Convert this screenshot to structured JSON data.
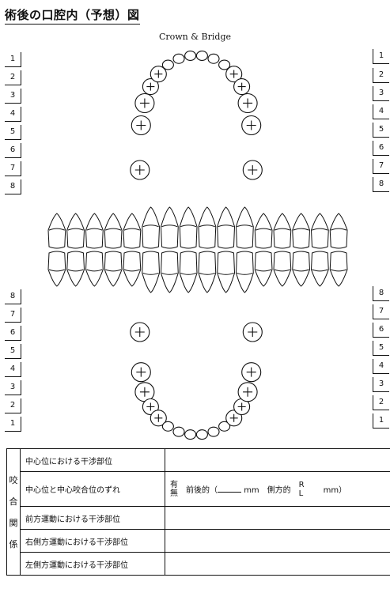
{
  "header": {
    "title": "術後の口腔内（予想）図",
    "subtitle": "Crown & Bridge"
  },
  "tooth_numbers": {
    "upper_left": [
      "1",
      "2",
      "3",
      "4",
      "5",
      "6",
      "7",
      "8"
    ],
    "upper_right": [
      "1",
      "2",
      "3",
      "4",
      "5",
      "6",
      "7",
      "8"
    ],
    "lower_left": [
      "8",
      "7",
      "6",
      "5",
      "4",
      "3",
      "2",
      "1"
    ],
    "lower_right": [
      "8",
      "7",
      "6",
      "5",
      "4",
      "3",
      "2",
      "1"
    ]
  },
  "occlusion_table": {
    "side_label": [
      "咬",
      "合",
      "関",
      "係"
    ],
    "rows": [
      {
        "label": "中心位における干渉部位"
      },
      {
        "label": "中心位と中心咬合位のずれ"
      },
      {
        "label": "前方運動における干渉部位"
      },
      {
        "label": "右側方運動における干渉部位"
      },
      {
        "label": "左側方運動における干渉部位"
      }
    ],
    "deviation": {
      "yes": "有",
      "no": "無",
      "anteroposterior": "前後的（",
      "unit1": "mm",
      "lateral": "側方的",
      "right": "R",
      "left": "L",
      "unit2": "mm）"
    }
  }
}
